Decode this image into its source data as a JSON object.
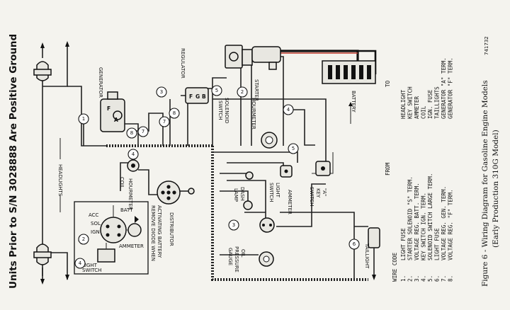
{
  "title": "Units Prior to S/N 3028888 Are Positive Ground",
  "figure": {
    "caption_line1": "Figure 6 - Wiring Diagram for Gasoline Engine Models",
    "caption_line2": "(Early Production 310G Model)",
    "code": "741732"
  },
  "components": {
    "headlights": "HEADLIGHTS",
    "generator": "GENERATOR",
    "regulator": "REGULATOR",
    "solenoid_line1": "SOLENOID",
    "solenoid_line2": "SWITCH",
    "starter": "STARTER",
    "battery": "BATTERY",
    "hourmeter": "HOURMETER",
    "hourmeter_inset": "HOURMETER",
    "coil": "COIL",
    "distributor": "DISTRIBUTOR",
    "dash_lamp_line1": "DASH",
    "dash_lamp_line2": "LAMP",
    "light_switch_line1": "LIGHT",
    "light_switch_line2": "SWITCH",
    "ammeter": "AMMETER",
    "key_switch_line1": "\"A\"",
    "key_switch_line2": "KEY",
    "key_switch_line3": "SWITCH",
    "oil_gauge_line1": "OIL",
    "oil_gauge_line2": "PRESSURE",
    "oil_gauge_line3": "GAUGE",
    "taillight": "TAILLIGHT"
  },
  "terminals": {
    "gen_f": "F",
    "gen_a": "A",
    "reg_f": "F",
    "reg_g": "G",
    "reg_b": "B"
  },
  "inset": {
    "batt": "BATT",
    "acc": "ACC",
    "sol": "SOL",
    "ign": "IGN",
    "ammeter": "AMMETER",
    "a_label": "\"A\"",
    "light_line1": "LIGHT",
    "light_line2": "SWITCH",
    "note_line1": "REMOVE DIODE WHEN",
    "note_line2": "ACTIVATING BATTERY"
  },
  "wire_numbers": [
    "1",
    "2",
    "3",
    "4",
    "5",
    "6",
    "7",
    "8"
  ],
  "wire_code": {
    "header": "WIRE CODE",
    "from_header": "FROM",
    "to_header": "TO",
    "rows": [
      {
        "no": "1.",
        "from": "LIGHT FUSE",
        "to": "HEADLIGHT"
      },
      {
        "no": "2.",
        "from": "STARTER SOLENOID \"S\" TERM.",
        "to": "KEY SWITCH"
      },
      {
        "no": "3.",
        "from": "VOLTAGE REG. BATT. TERM.",
        "to": "AMMETER"
      },
      {
        "no": "4.",
        "from": "KEY SWITCH IGN. TERM.",
        "to": "COIL"
      },
      {
        "no": "5.",
        "from": "SOLENOID SWITCH LARGE TERM.",
        "to": "IGN. FUSE"
      },
      {
        "no": "6.",
        "from": "LIGHT FUSE",
        "to": "TAILLIGHTS"
      },
      {
        "no": "7.",
        "from": "VOLTAGE REG. GEN. TERM.",
        "to": "GENERATOR \"A\" TERM."
      },
      {
        "no": "8.",
        "from": "VOLTAGE REG. \"F\" TERM.",
        "to": "GENERATOR \"F\" TERM."
      }
    ]
  }
}
